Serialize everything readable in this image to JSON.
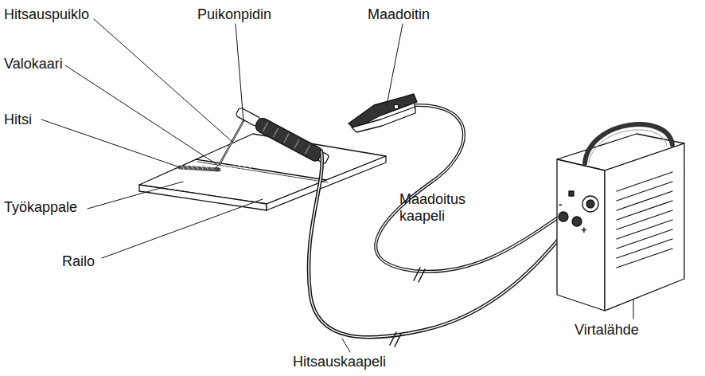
{
  "diagram": {
    "labels": [
      "Hitsauspuiklo",
      "Puikonpidin",
      "Maadoitin",
      "Valokaari",
      "Hitsi",
      "Työkappale",
      "Railo",
      "Maadoitus kaapeli",
      "Virtalähde",
      "Hitsauskaapeli",
      "-",
      "+"
    ]
  }
}
